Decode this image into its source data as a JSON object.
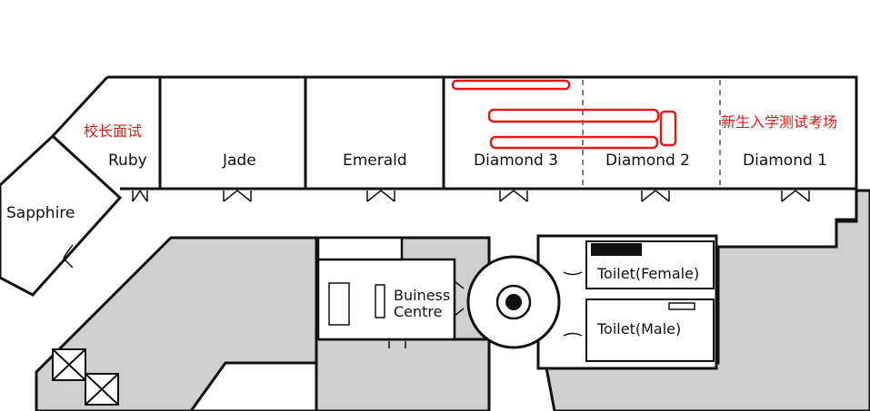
{
  "floorplan": {
    "rooms": {
      "sapphire": "Sapphire",
      "ruby": "Ruby",
      "jade": "Jade",
      "emerald": "Emerald",
      "diamond3": "Diamond 3",
      "diamond2": "Diamond 2",
      "diamond1": "Diamond 1"
    },
    "facilities": {
      "business_centre_line1": "Buiness",
      "business_centre_line2": "Centre",
      "toilet_female": "Toilet(Female)",
      "toilet_male": "Toilet(Male)"
    }
  },
  "annotations": {
    "principal_interview": "校长面试",
    "entrance_exam_room": "新生入学测试考场",
    "color": "#e01b1b"
  },
  "colors": {
    "wall": "#111111",
    "corridor": "#ffffff",
    "back_area": "#cfcfcf"
  }
}
